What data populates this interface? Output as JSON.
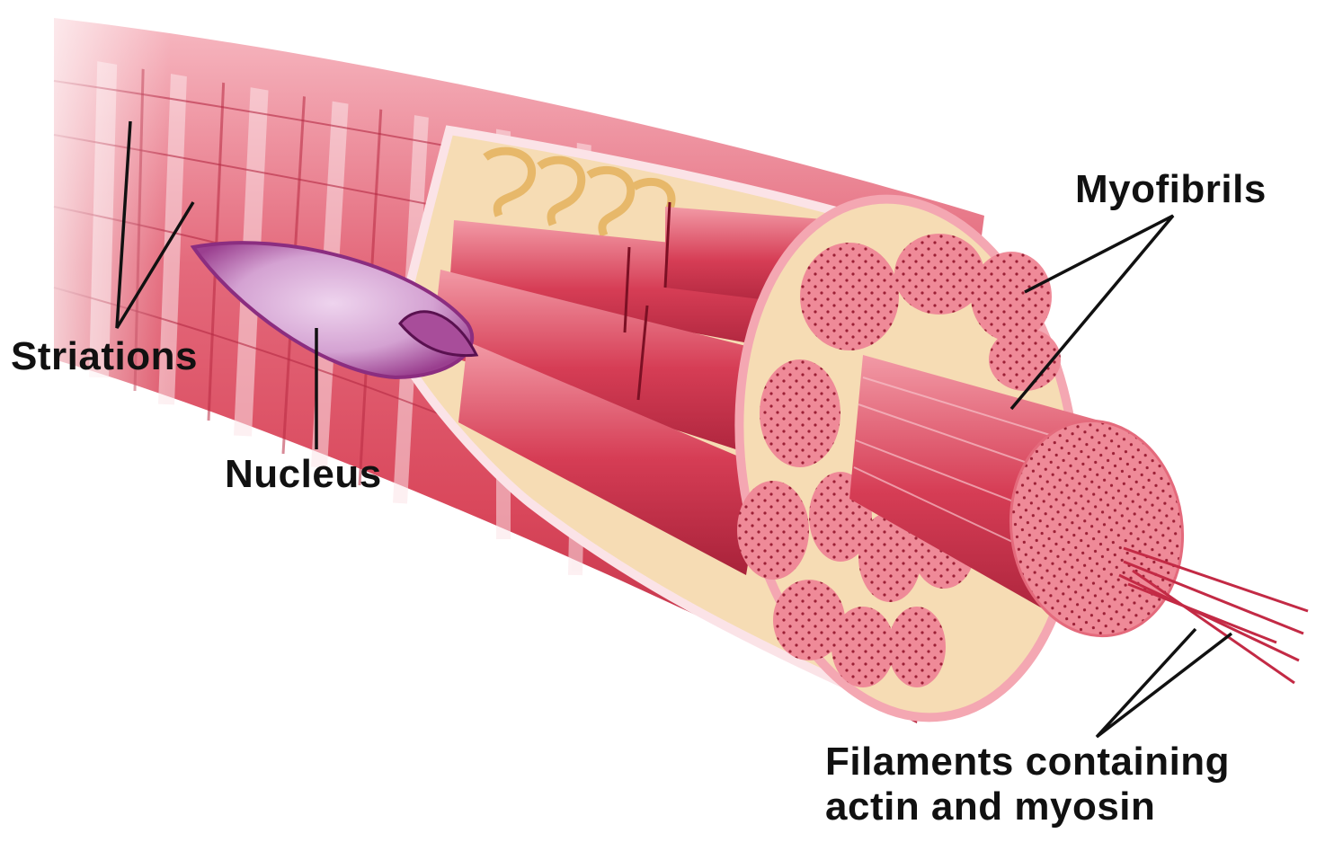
{
  "labels": {
    "striations": "Striations",
    "nucleus": "Nucleus",
    "myofibrils": "Myofibrils",
    "filaments_line1": "Filaments containing",
    "filaments_line2": "actin and myosin"
  },
  "colors": {
    "background": "#ffffff",
    "fiber": "#d9475b",
    "fiber_light": "#f4a7b2",
    "fiber_dark": "#a8223a",
    "myofibril_face": "#ef8a98",
    "connective": "#f6dcb4",
    "nucleus": "#a84d9a",
    "nucleus_light": "#d8a6d6",
    "stroke": "#111111"
  },
  "icons": {
    "fiber": "muscle-fiber-cylinder",
    "nucleus": "nucleus-ellipse",
    "myofibril": "myofibril-rod",
    "filament": "filament-strand"
  }
}
